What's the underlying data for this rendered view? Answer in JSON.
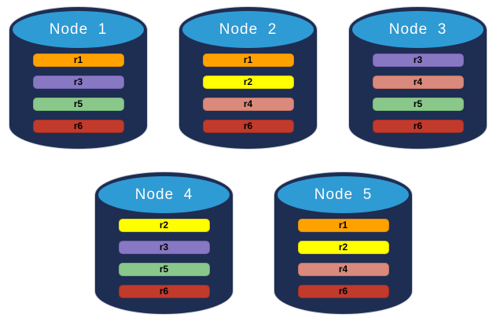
{
  "palette": {
    "canvas_background": "#FFFFFF",
    "cylinder_body": "#1E2D52",
    "cylinder_cap": "#2E9BD5",
    "cylinder_outline": "#C9CFD8",
    "node_label_color": "#FFFFFF",
    "bar_label_color": "#000000"
  },
  "replica_colors": {
    "r1": {
      "fill": "#FFA200",
      "border": "#DB8B00"
    },
    "r2": {
      "fill": "#FFFF00",
      "border": "#D9D400"
    },
    "r3": {
      "fill": "#8878C3",
      "border": "#7363AE"
    },
    "r4": {
      "fill": "#D98A7C",
      "border": "#C07062"
    },
    "r5": {
      "fill": "#8AC78B",
      "border": "#72B274"
    },
    "r6": {
      "fill": "#C13A2B",
      "border": "#9E2F22"
    }
  },
  "nodes": [
    {
      "label": "Node  1",
      "replicas": [
        "r1",
        "r3",
        "r5",
        "r6"
      ]
    },
    {
      "label": "Node  2",
      "replicas": [
        "r1",
        "r2",
        "r4",
        "r6"
      ]
    },
    {
      "label": "Node  3",
      "replicas": [
        "r3",
        "r4",
        "r5",
        "r6"
      ]
    },
    {
      "label": "Node  4",
      "replicas": [
        "r2",
        "r3",
        "r5",
        "r6"
      ]
    },
    {
      "label": "Node  5",
      "replicas": [
        "r1",
        "r2",
        "r4",
        "r6"
      ]
    }
  ]
}
